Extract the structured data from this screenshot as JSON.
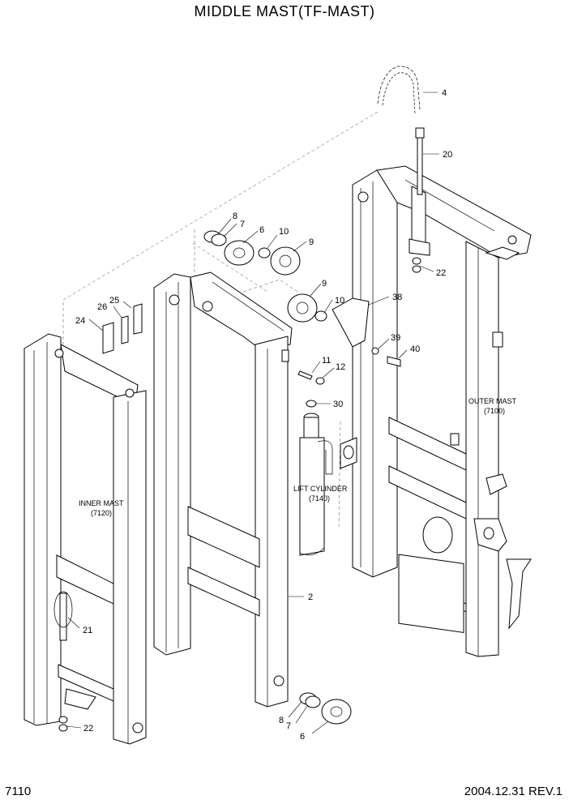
{
  "header": {
    "title": "MIDDLE MAST(TF-MAST)"
  },
  "footer": {
    "page_code": "7110",
    "date_rev": "2004.12.31  REV.1"
  },
  "assemblies": {
    "inner_mast": {
      "name": "INNER MAST",
      "code": "(7120)"
    },
    "outer_mast": {
      "name": "OUTER MAST",
      "code": "(7100)"
    },
    "lift_cylinder": {
      "name": "LIFT CYLINDER",
      "code": "(7140)"
    }
  },
  "callouts": {
    "c4": "4",
    "c20": "20",
    "c8a": "8",
    "c7a": "7",
    "c6a": "6",
    "c10a": "10",
    "c9a": "9",
    "c22a": "22",
    "c9b": "9",
    "c10b": "10",
    "c38": "38",
    "c25": "25",
    "c26": "26",
    "c24": "24",
    "c39": "39",
    "c40": "40",
    "c11": "11",
    "c12": "12",
    "c30": "30",
    "c2": "2",
    "c21": "21",
    "c8b": "8",
    "c7b": "7",
    "c6b": "6",
    "c22b": "22"
  }
}
